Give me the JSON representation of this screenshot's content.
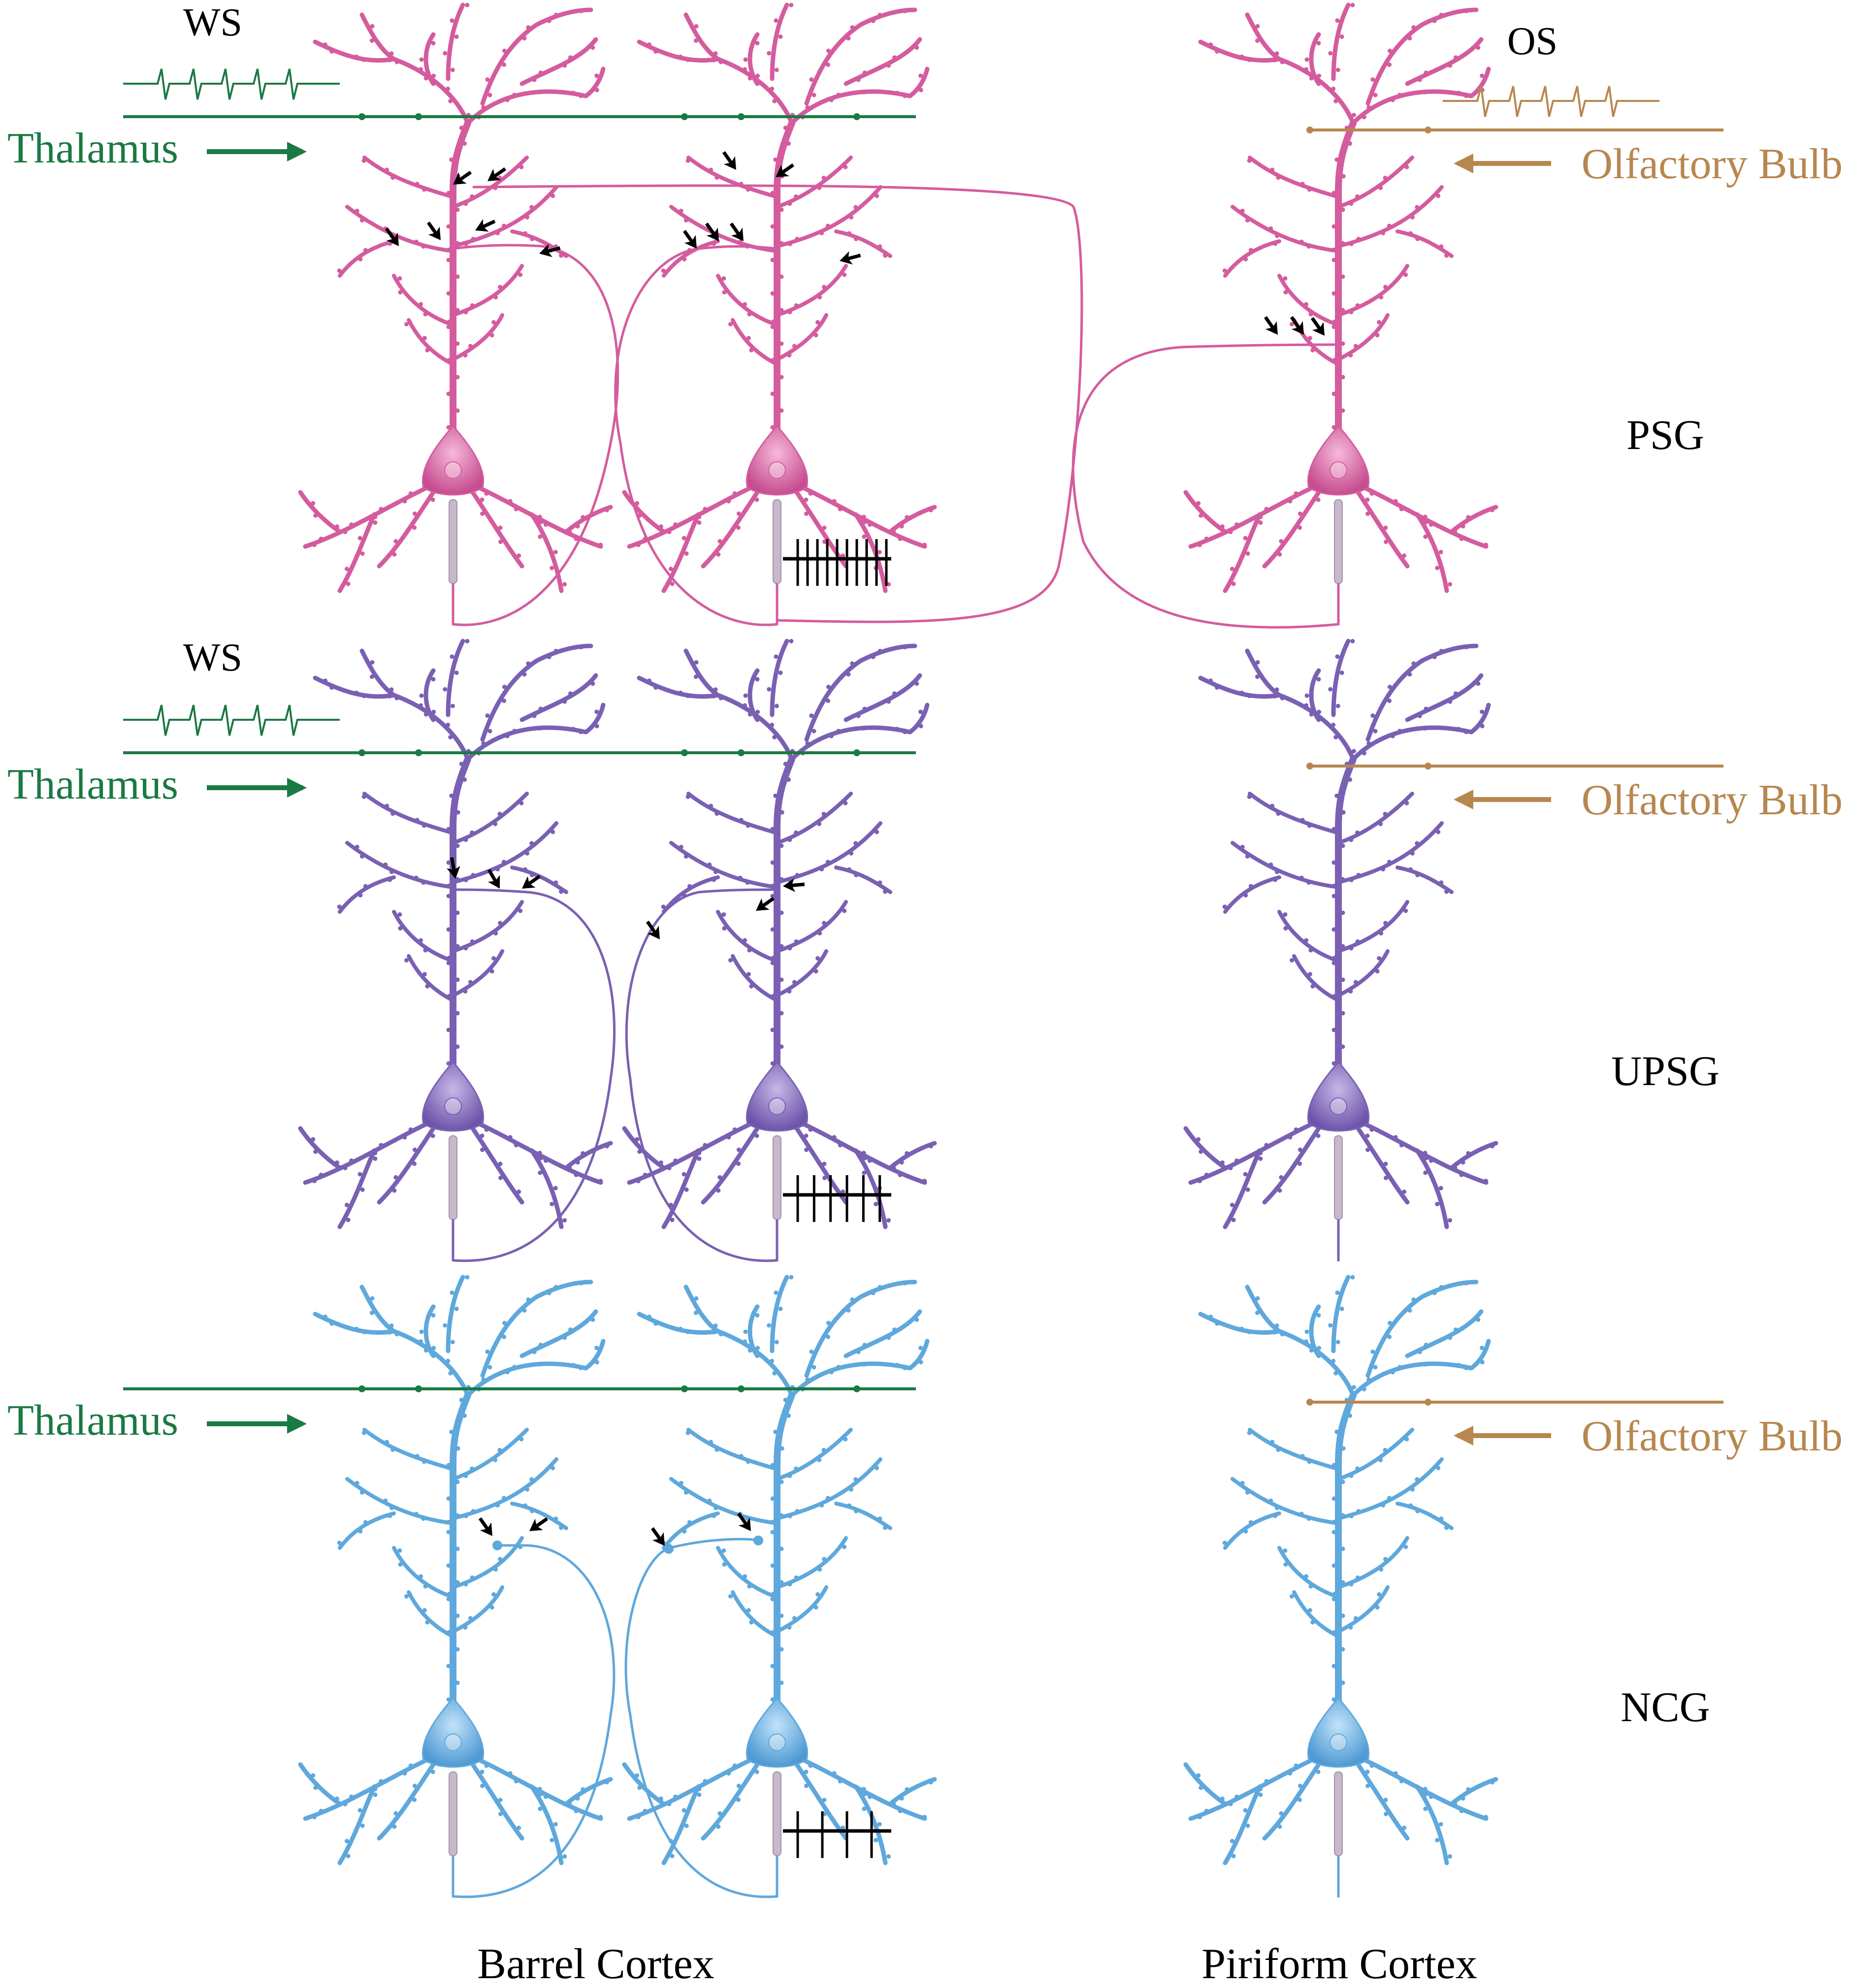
{
  "colors": {
    "thalamus": "#1a7a43",
    "olfactory": "#b7874f",
    "psg": "#d45c9e",
    "psg_soma": "#c64d91",
    "upsg": "#7a60b3",
    "upsg_soma": "#6e55aa",
    "ncg": "#5fa8dc",
    "ncg_soma": "#4f9ad3",
    "arrow": "#000000",
    "electrode": "#c8b8cc"
  },
  "labels": {
    "ws_top": "WS",
    "ws_mid": "WS",
    "os": "OS",
    "thalamus_1": "Thalamus",
    "thalamus_2": "Thalamus",
    "thalamus_3": "Thalamus",
    "olfactory_1": "Olfactory Bulb",
    "olfactory_2": "Olfactory Bulb",
    "olfactory_3": "Olfactory Bulb",
    "psg": "PSG",
    "upsg": "UPSG",
    "ncg": "NCG",
    "barrel": "Barrel Cortex",
    "piriform": "Piriform Cortex"
  },
  "groups": [
    {
      "name": "PSG",
      "color_key": "psg",
      "spike_count": 10,
      "ws": true,
      "os": true,
      "piriform_connection": true
    },
    {
      "name": "UPSG",
      "color_key": "upsg",
      "spike_count": 6,
      "ws": true,
      "os": false,
      "piriform_connection": false
    },
    {
      "name": "NCG",
      "color_key": "ncg",
      "spike_count": 4,
      "ws": false,
      "os": false,
      "piriform_connection": false
    }
  ]
}
